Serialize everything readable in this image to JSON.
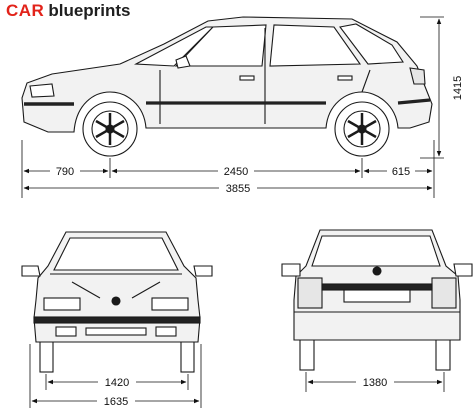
{
  "brand": {
    "name": "CAR",
    "suffix": "blueprints",
    "accent_color": "#e2231a"
  },
  "side_view": {
    "front_overhang": "790",
    "wheelbase": "2450",
    "rear_overhang": "615",
    "overall_length": "3855",
    "overall_height": "1415"
  },
  "front_view": {
    "front_track": "1420",
    "overall_width": "1635"
  },
  "rear_view": {
    "rear_track": "1380"
  },
  "colors": {
    "body_fill": "#f2f2f2",
    "glass_fill": "#ffffff",
    "outline": "#1a1a1a",
    "trim_stripe": "#222222"
  }
}
